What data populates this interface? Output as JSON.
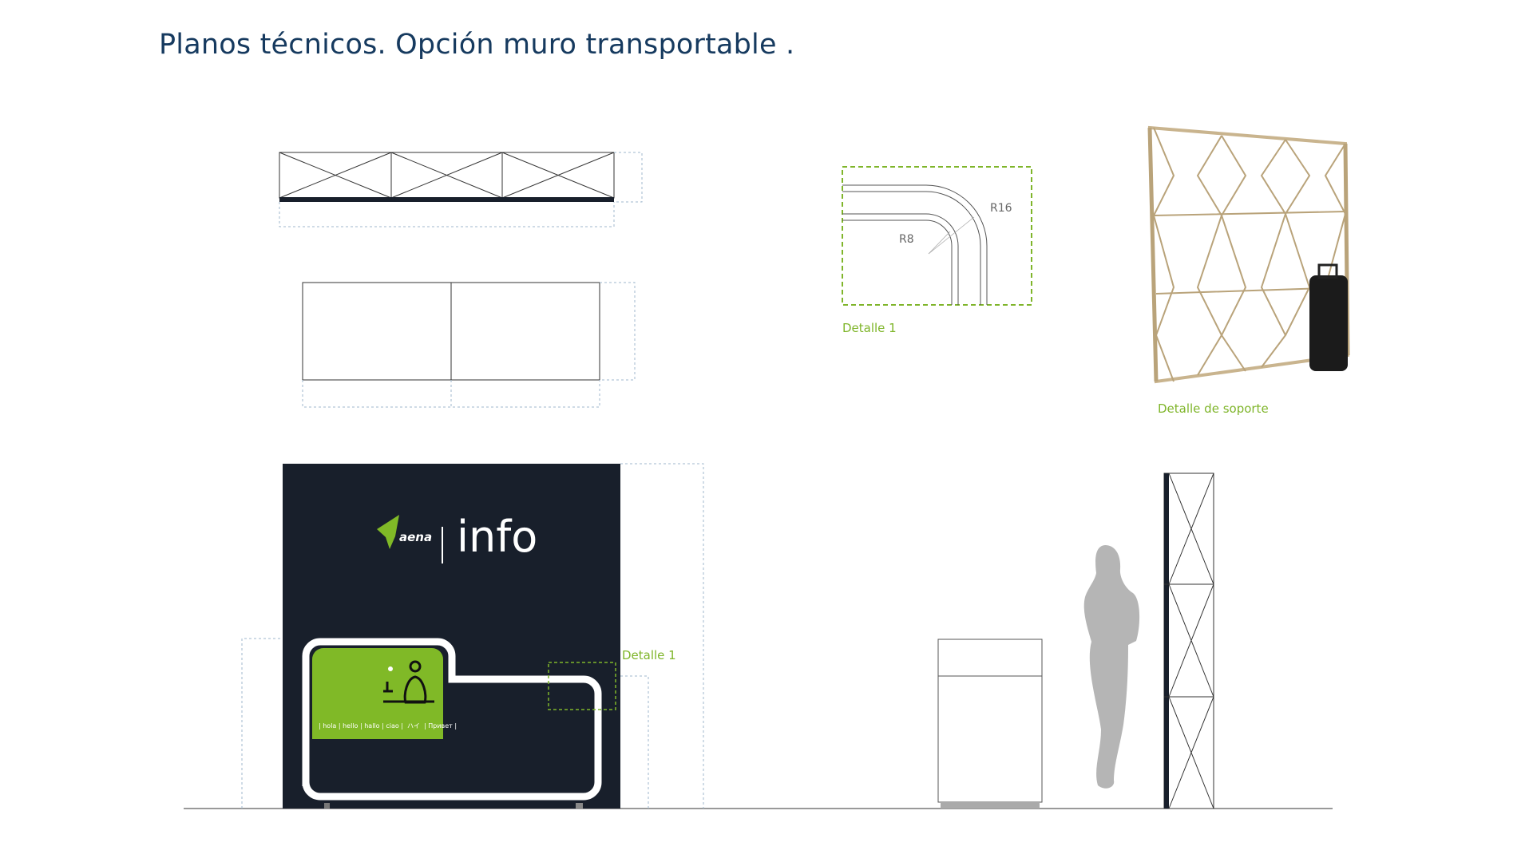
{
  "title": "Planos técnicos. Opción muro transportable .",
  "detail": {
    "r16": "R16",
    "r8": "R8",
    "label": "Detalle 1"
  },
  "support": {
    "label": "Detalle de soporte"
  },
  "front": {
    "brand": "aena",
    "info": "info",
    "greetings": "| hola | hello | hallo | ciao |  ハイ  | Привет |",
    "detail_label": "Detalle 1"
  },
  "colors": {
    "accent": "#7fb52a",
    "navy": "#181f2b",
    "title": "#163a5f"
  }
}
